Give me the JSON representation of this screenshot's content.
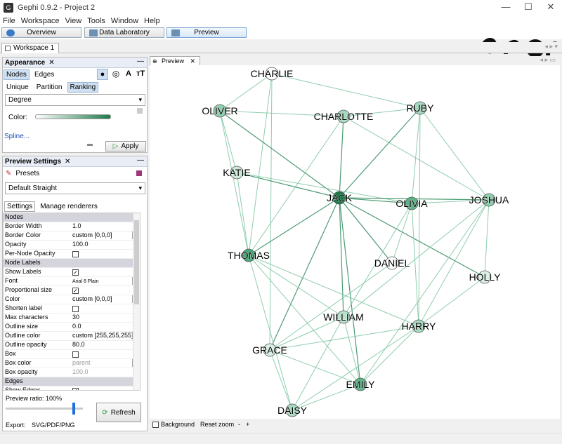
{
  "window": {
    "title": "Gephi 0.9.2 - Project 2",
    "controls": [
      "—",
      "☐",
      "✕"
    ]
  },
  "menu": [
    "File",
    "Workspace",
    "View",
    "Tools",
    "Window",
    "Help"
  ],
  "toolbar": {
    "overview": "Overview",
    "data_laboratory": "Data Laboratory",
    "preview": "Preview"
  },
  "workspace_tab": "Workspace 1",
  "appearance": {
    "title": "Appearance",
    "tabs": [
      "Nodes",
      "Edges"
    ],
    "subtabs": [
      "Unique",
      "Partition",
      "Ranking"
    ],
    "ranking_attribute": "Degree",
    "color_label": "Color:",
    "spline_link": "Spline...",
    "apply_label": "Apply",
    "gradient_start": "#ffffff",
    "gradient_end": "#1f7a4a"
  },
  "preview_settings": {
    "title": "Preview Settings",
    "presets_label": "Presets",
    "preset_value": "Default Straight",
    "tabs": [
      "Settings",
      "Manage renderers"
    ],
    "rows": [
      {
        "k": "Nodes",
        "cat": true
      },
      {
        "k": "Border Width",
        "v": "1.0"
      },
      {
        "k": "Border Color",
        "v": "custom [0,0,0]",
        "dots": true
      },
      {
        "k": "Opacity",
        "v": "100.0"
      },
      {
        "k": "Per-Node Opacity",
        "chk": false
      },
      {
        "k": "Node Labels",
        "cat": true
      },
      {
        "k": "Show Labels",
        "chk": true
      },
      {
        "k": "Font",
        "v": "Arial 8 Plain",
        "dots": true,
        "small": true
      },
      {
        "k": "Proportional size",
        "chk": true
      },
      {
        "k": "Color",
        "v": "custom [0,0,0]",
        "dots": true
      },
      {
        "k": "Shorten label",
        "chk": false
      },
      {
        "k": "Max characters",
        "v": "30"
      },
      {
        "k": "Outline size",
        "v": "0.0"
      },
      {
        "k": "Outline color",
        "v": "custom [255,255,255]",
        "dots": true
      },
      {
        "k": "Outline opacity",
        "v": "80.0"
      },
      {
        "k": "Box",
        "chk": false
      },
      {
        "k": "Box color",
        "v": "parent",
        "dots": true,
        "grey": true
      },
      {
        "k": "Box opacity",
        "v": "100.0",
        "grey": true
      },
      {
        "k": "Edges",
        "cat": true
      },
      {
        "k": "Show Edges",
        "chk": true
      }
    ],
    "preview_ratio_label": "Preview ratio:",
    "preview_ratio_value": "100%",
    "preview_ratio": 0.9,
    "refresh_label": "Refresh",
    "export_label": "Export:",
    "export_formats": "SVG/PDF/PNG"
  },
  "preview": {
    "tab_label": "Preview",
    "background_label": "Background",
    "reset_zoom_label": "Reset zoom",
    "zoom_out": "-",
    "zoom_in": "+"
  },
  "graph": {
    "nodes": [
      {
        "id": "CHARLIE",
        "label": "CHARLIE",
        "color": "#ffffff"
      },
      {
        "id": "OLIVER",
        "label": "OLIVER",
        "color": "#8fcfae"
      },
      {
        "id": "CHARLOTTE",
        "label": "CHARLOTTE",
        "color": "#a6d9bf"
      },
      {
        "id": "RUBY",
        "label": "RUBY",
        "color": "#a6d9bf"
      },
      {
        "id": "KATIE",
        "label": "KATIE",
        "color": "#c8e9d8"
      },
      {
        "id": "JACK",
        "label": "JACK",
        "color": "#1f7a4a"
      },
      {
        "id": "OLIVIA",
        "label": "OLIVIA",
        "color": "#5db487"
      },
      {
        "id": "JOSHUA",
        "label": "JOSHUA",
        "color": "#8fcfae"
      },
      {
        "id": "THOMAS",
        "label": "THOMAS",
        "color": "#4aa878"
      },
      {
        "id": "DANIEL",
        "label": "DANIEL",
        "color": "#ffffff"
      },
      {
        "id": "HOLLY",
        "label": "HOLLY",
        "color": "#d9f0e4"
      },
      {
        "id": "WILLIAM",
        "label": "WILLIAM",
        "color": "#b9e2cd"
      },
      {
        "id": "HARRY",
        "label": "HARRY",
        "color": "#a6d9bf"
      },
      {
        "id": "GRACE",
        "label": "GRACE",
        "color": "#d9f0e4"
      },
      {
        "id": "EMILY",
        "label": "EMILY",
        "color": "#5db487"
      },
      {
        "id": "DAISY",
        "label": "DAISY",
        "color": "#a6d9bf"
      }
    ],
    "edges": [
      [
        "CHARLIE",
        "OLIVER"
      ],
      [
        "CHARLIE",
        "THOMAS"
      ],
      [
        "CHARLIE",
        "RUBY"
      ],
      [
        "CHARLIE",
        "GRACE"
      ],
      [
        "OLIVER",
        "CHARLOTTE"
      ],
      [
        "OLIVER",
        "JACK"
      ],
      [
        "OLIVER",
        "THOMAS"
      ],
      [
        "OLIVER",
        "KATIE"
      ],
      [
        "CHARLOTTE",
        "RUBY"
      ],
      [
        "CHARLOTTE",
        "JACK"
      ],
      [
        "CHARLOTTE",
        "JOSHUA"
      ],
      [
        "CHARLOTTE",
        "THOMAS"
      ],
      [
        "RUBY",
        "JACK"
      ],
      [
        "RUBY",
        "JOSHUA"
      ],
      [
        "RUBY",
        "HARRY"
      ],
      [
        "RUBY",
        "OLIVIA"
      ],
      [
        "KATIE",
        "JACK"
      ],
      [
        "KATIE",
        "THOMAS"
      ],
      [
        "KATIE",
        "OLIVIA"
      ],
      [
        "JACK",
        "OLIVIA"
      ],
      [
        "JACK",
        "JOSHUA"
      ],
      [
        "JACK",
        "THOMAS"
      ],
      [
        "JACK",
        "WILLIAM"
      ],
      [
        "JACK",
        "EMILY"
      ],
      [
        "JACK",
        "DANIEL"
      ],
      [
        "JACK",
        "HOLLY"
      ],
      [
        "JACK",
        "GRACE"
      ],
      [
        "OLIVIA",
        "DANIEL"
      ],
      [
        "OLIVIA",
        "HARRY"
      ],
      [
        "OLIVIA",
        "JOSHUA"
      ],
      [
        "OLIVIA",
        "WILLIAM"
      ],
      [
        "JOSHUA",
        "HOLLY"
      ],
      [
        "JOSHUA",
        "HARRY"
      ],
      [
        "JOSHUA",
        "EMILY"
      ],
      [
        "JOSHUA",
        "WILLIAM"
      ],
      [
        "THOMAS",
        "WILLIAM"
      ],
      [
        "THOMAS",
        "HARRY"
      ],
      [
        "THOMAS",
        "DAISY"
      ],
      [
        "THOMAS",
        "EMILY"
      ],
      [
        "DANIEL",
        "GRACE"
      ],
      [
        "HOLLY",
        "HARRY"
      ],
      [
        "WILLIAM",
        "GRACE"
      ],
      [
        "WILLIAM",
        "DAISY"
      ],
      [
        "WILLIAM",
        "EMILY"
      ],
      [
        "HARRY",
        "EMILY"
      ],
      [
        "HARRY",
        "DAISY"
      ],
      [
        "HARRY",
        "GRACE"
      ],
      [
        "GRACE",
        "EMILY"
      ],
      [
        "GRACE",
        "DAISY"
      ],
      [
        "EMILY",
        "DAISY"
      ]
    ]
  }
}
